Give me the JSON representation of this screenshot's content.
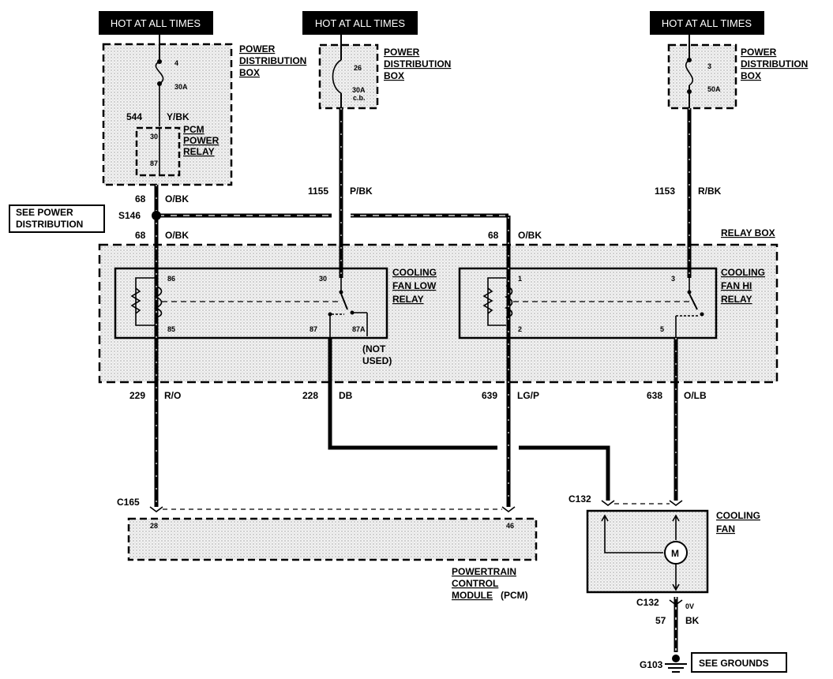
{
  "hot_labels": [
    "HOT AT ALL TIMES",
    "HOT AT ALL TIMES",
    "HOT AT ALL TIMES"
  ],
  "fuses": [
    {
      "pin": "4",
      "rating": "30A",
      "box_line1": "POWER",
      "box_line2": "DISTRIBUTION",
      "box_line3": "BOX"
    },
    {
      "pin": "26",
      "rating": "30A",
      "rating2": "c.b.",
      "box_line1": "POWER",
      "box_line2": "DISTRIBUTION",
      "box_line3": "BOX"
    },
    {
      "pin": "3",
      "rating": "50A",
      "box_line1": "POWER",
      "box_line2": "DISTRIBUTION",
      "box_line3": "BOX"
    }
  ],
  "pcm_relay": {
    "line1": "PCM",
    "line2": "POWER",
    "line3": "RELAY",
    "pin_top": "30",
    "pin_bottom": "87"
  },
  "wires": {
    "w544": {
      "num": "544",
      "color": "Y/BK"
    },
    "w68_top": {
      "num": "68",
      "color": "O/BK"
    },
    "w68_mid": {
      "num": "68",
      "color": "O/BK"
    },
    "w68_right": {
      "num": "68",
      "color": "O/BK"
    },
    "w1155": {
      "num": "1155",
      "color": "P/BK"
    },
    "w1153": {
      "num": "1153",
      "color": "R/BK"
    },
    "w229": {
      "num": "229",
      "color": "R/O"
    },
    "w228": {
      "num": "228",
      "color": "DB"
    },
    "w639": {
      "num": "639",
      "color": "LG/P"
    },
    "w638": {
      "num": "638",
      "color": "O/LB"
    },
    "w57": {
      "num": "57",
      "color": "BK"
    }
  },
  "splice": {
    "name": "S146"
  },
  "see_power": {
    "line1": "SEE POWER",
    "line2": "DISTRIBUTION"
  },
  "relay_box": {
    "label": "RELAY BOX"
  },
  "low_relay": {
    "line1": "COOLING",
    "line2": "FAN LOW",
    "line3": "RELAY",
    "pin86": "86",
    "pin85": "85",
    "pin30": "30",
    "pin87": "87",
    "pin87a": "87A",
    "not_used1": "(NOT",
    "not_used2": "USED)"
  },
  "hi_relay": {
    "line1": "COOLING",
    "line2": "FAN HI",
    "line3": "RELAY",
    "pin1": "1",
    "pin2": "2",
    "pin3": "3",
    "pin5": "5"
  },
  "connectors": {
    "c165": "C165",
    "c132_top": "C132",
    "c132_bottom": "C132",
    "g103": "G103"
  },
  "pcm": {
    "pin28": "28",
    "pin46": "46",
    "line1": "POWERTRAIN",
    "line2": "CONTROL",
    "line3": "MODULE",
    "line3_suffix": "(PCM)"
  },
  "fan": {
    "line1": "COOLING",
    "line2": "FAN",
    "motor": "M",
    "volt": "0V"
  },
  "see_grounds": {
    "label": "SEE GROUNDS"
  }
}
